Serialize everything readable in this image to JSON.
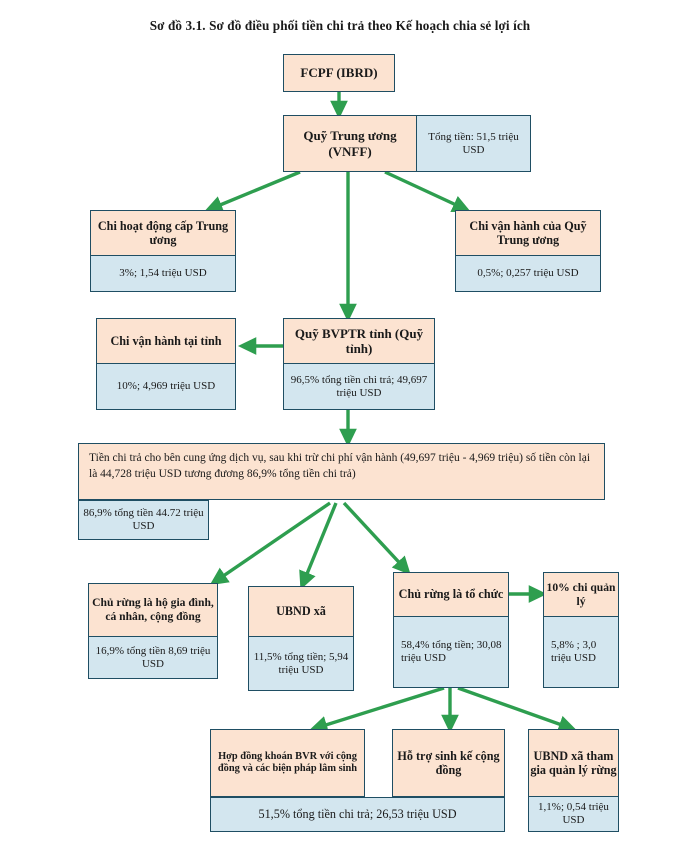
{
  "title": "Sơ đồ 3.1. Sơ đồ điều phối tiền chi trả theo Kế hoạch chia sẻ lợi ích",
  "colors": {
    "header_fill": "#fce3d1",
    "detail_fill": "#d3e6ef",
    "border": "#1f4e63",
    "arrow": "#2e9e4f"
  },
  "nodes": {
    "fcpf": {
      "header": "FCPF (IBRD)"
    },
    "vnff": {
      "header": "Quỹ Trung ương (VNFF)",
      "side": "Tổng tiền: 51,5 triệu USD"
    },
    "central_operation": {
      "header": "Chi hoạt động cấp Trung ương",
      "detail": "3%; 1,54 triệu USD"
    },
    "central_fund_running": {
      "header": "Chi vận hành của Quỹ Trung ương",
      "detail": "0,5%; 0,257 triệu USD"
    },
    "province_running": {
      "header": "Chi vận hành tại tỉnh",
      "detail": "10%; 4,969 triệu USD"
    },
    "bvptr": {
      "header": "Quỹ BVPTR tỉnh (Quỹ tỉnh)",
      "detail": "96,5% tổng tiền chi trả; 49,697 triệu USD"
    },
    "payment_note": {
      "text": "Tiền chi trả cho bên cung ứng dịch vụ, sau khi trừ chi phí vận hành (49,697 triệu - 4,969 triệu) số tiền còn lại là 44,728 triệu USD tương đương 86,9% tổng tiền chi trả)",
      "detail": "86,9% tổng tiền 44.72 triệu USD"
    },
    "owner_household": {
      "header": "Chủ rừng là hộ gia đình, cá nhân, cộng đồng",
      "detail": "16,9% tổng tiền 8,69 triệu USD"
    },
    "ubnd_commune": {
      "header": "UBND xã",
      "detail": "11,5% tổng tiền; 5,94 triệu USD"
    },
    "owner_org": {
      "header": "Chủ rừng là tổ chức",
      "detail": "58,4% tổng tiền;  30,08 triệu USD"
    },
    "management_fee": {
      "header": "10% chi quản lý",
      "detail": "5,8% ; 3,0 triệu USD"
    },
    "bvr_contract": {
      "header": "Hợp đồng khoán BVR với cộng đồng và các biện pháp lâm sinh"
    },
    "livelihood_support": {
      "header": "Hỗ trợ sinh kế cộng đồng"
    },
    "shared_detail": {
      "detail": "51,5% tổng tiền chi trả;  26,53 triệu USD"
    },
    "ubnd_forest": {
      "header": "UBND xã tham gia quản lý rừng",
      "detail": "1,1%; 0,54 triệu USD"
    }
  }
}
